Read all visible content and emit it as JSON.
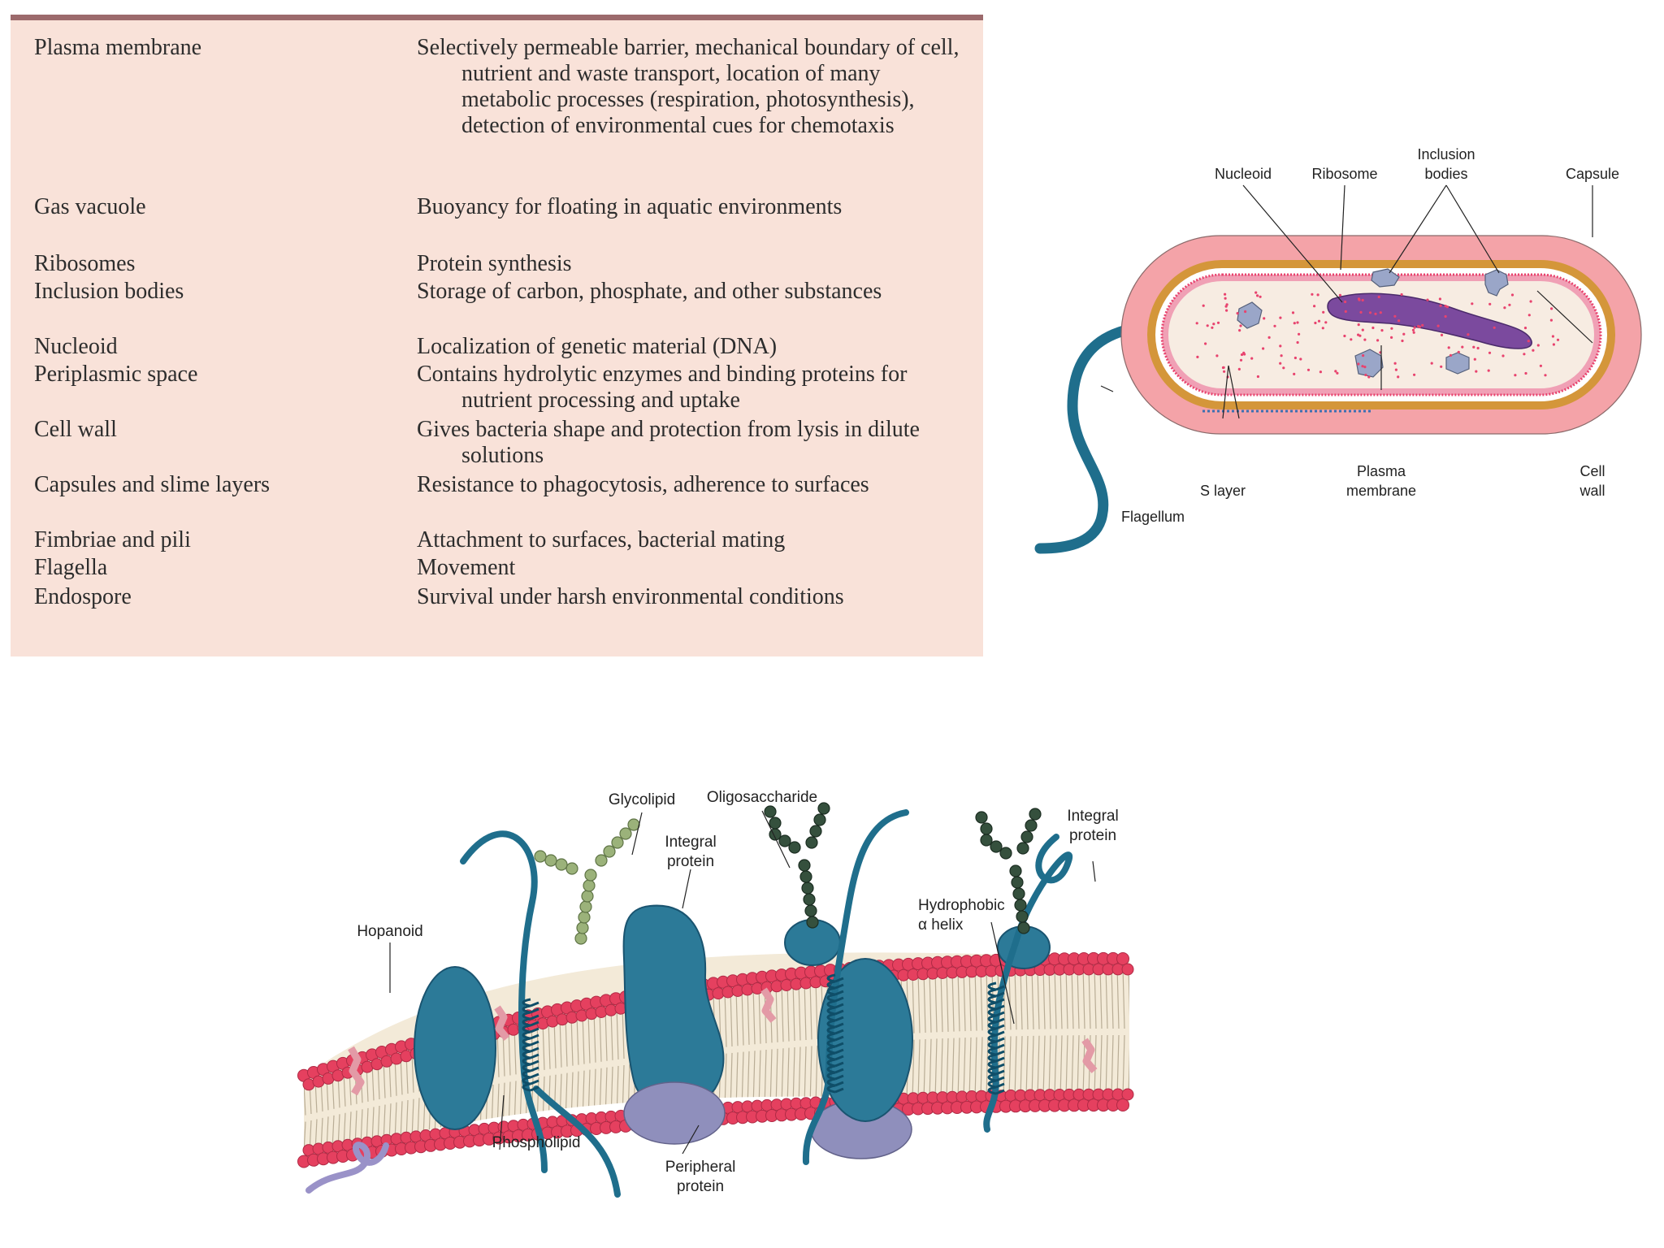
{
  "table": {
    "rows": [
      {
        "structure": "Plasma membrane",
        "function": "Selectively permeable barrier, mechanical boundary of cell, nutrient and waste transport, location of many metabolic processes (respiration, photosynthesis), detection of environmental cues for chemotaxis"
      },
      {
        "structure": "Gas vacuole",
        "function": "Buoyancy for floating in aquatic environments"
      },
      {
        "structure": "Ribosomes",
        "function": "Protein synthesis"
      },
      {
        "structure": "Inclusion bodies",
        "function": "Storage of carbon, phosphate, and other substances"
      },
      {
        "structure": "Nucleoid",
        "function": "Localization of genetic material (DNA)"
      },
      {
        "structure": "Periplasmic space",
        "function": "Contains hydrolytic enzymes and binding proteins for nutrient processing and uptake"
      },
      {
        "structure": "Cell wall",
        "function": "Gives bacteria shape and protection from lysis in dilute solutions"
      },
      {
        "structure": "Capsules and slime layers",
        "function": "Resistance to phagocytosis, adherence to surfaces"
      },
      {
        "structure": "Fimbriae and pili",
        "function": "Attachment to surfaces, bacterial mating"
      },
      {
        "structure": "Flagella",
        "function": "Movement"
      },
      {
        "structure": "Endospore",
        "function": "Survival under harsh environmental conditions"
      }
    ]
  },
  "cell_diagram": {
    "labels": {
      "nucleoid": "Nucleoid",
      "ribosome": "Ribosome",
      "inclusion_bodies_1": "Inclusion",
      "inclusion_bodies_2": "bodies",
      "capsule": "Capsule",
      "s_layer": "S layer",
      "plasma_membrane_1": "Plasma",
      "plasma_membrane_2": "membrane",
      "cell_wall_1": "Cell",
      "cell_wall_2": "wall",
      "flagellum": "Flagellum"
    },
    "colors": {
      "capsule": "#f4a3a8",
      "wall": "#d4963a",
      "membrane": "#e8436e",
      "cytoplasm": "#f7ece2",
      "nucleoid": "#7b4a9e",
      "inclusion": "#9aa6c8",
      "flagellum": "#1f6e8c"
    }
  },
  "membrane_diagram": {
    "labels": {
      "glycolipid": "Glycolipid",
      "oligosaccharide": "Oligosaccharide",
      "integral_protein_center_1": "Integral",
      "integral_protein_center_2": "protein",
      "integral_protein_right_1": "Integral",
      "integral_protein_right_2": "protein",
      "hopanoid": "Hopanoid",
      "hydrophobic_helix_1": "Hydrophobic",
      "hydrophobic_helix_2": "α helix",
      "phospholipid": "Phospholipid",
      "peripheral_protein_1": "Peripheral",
      "peripheral_protein_2": "protein"
    },
    "colors": {
      "head": "#e5405f",
      "tail": "#f3ead8",
      "protein": "#2c7a98",
      "peripheral": "#8f8fbc",
      "glyco": "#9bb27a",
      "oligo": "#35503d"
    }
  }
}
